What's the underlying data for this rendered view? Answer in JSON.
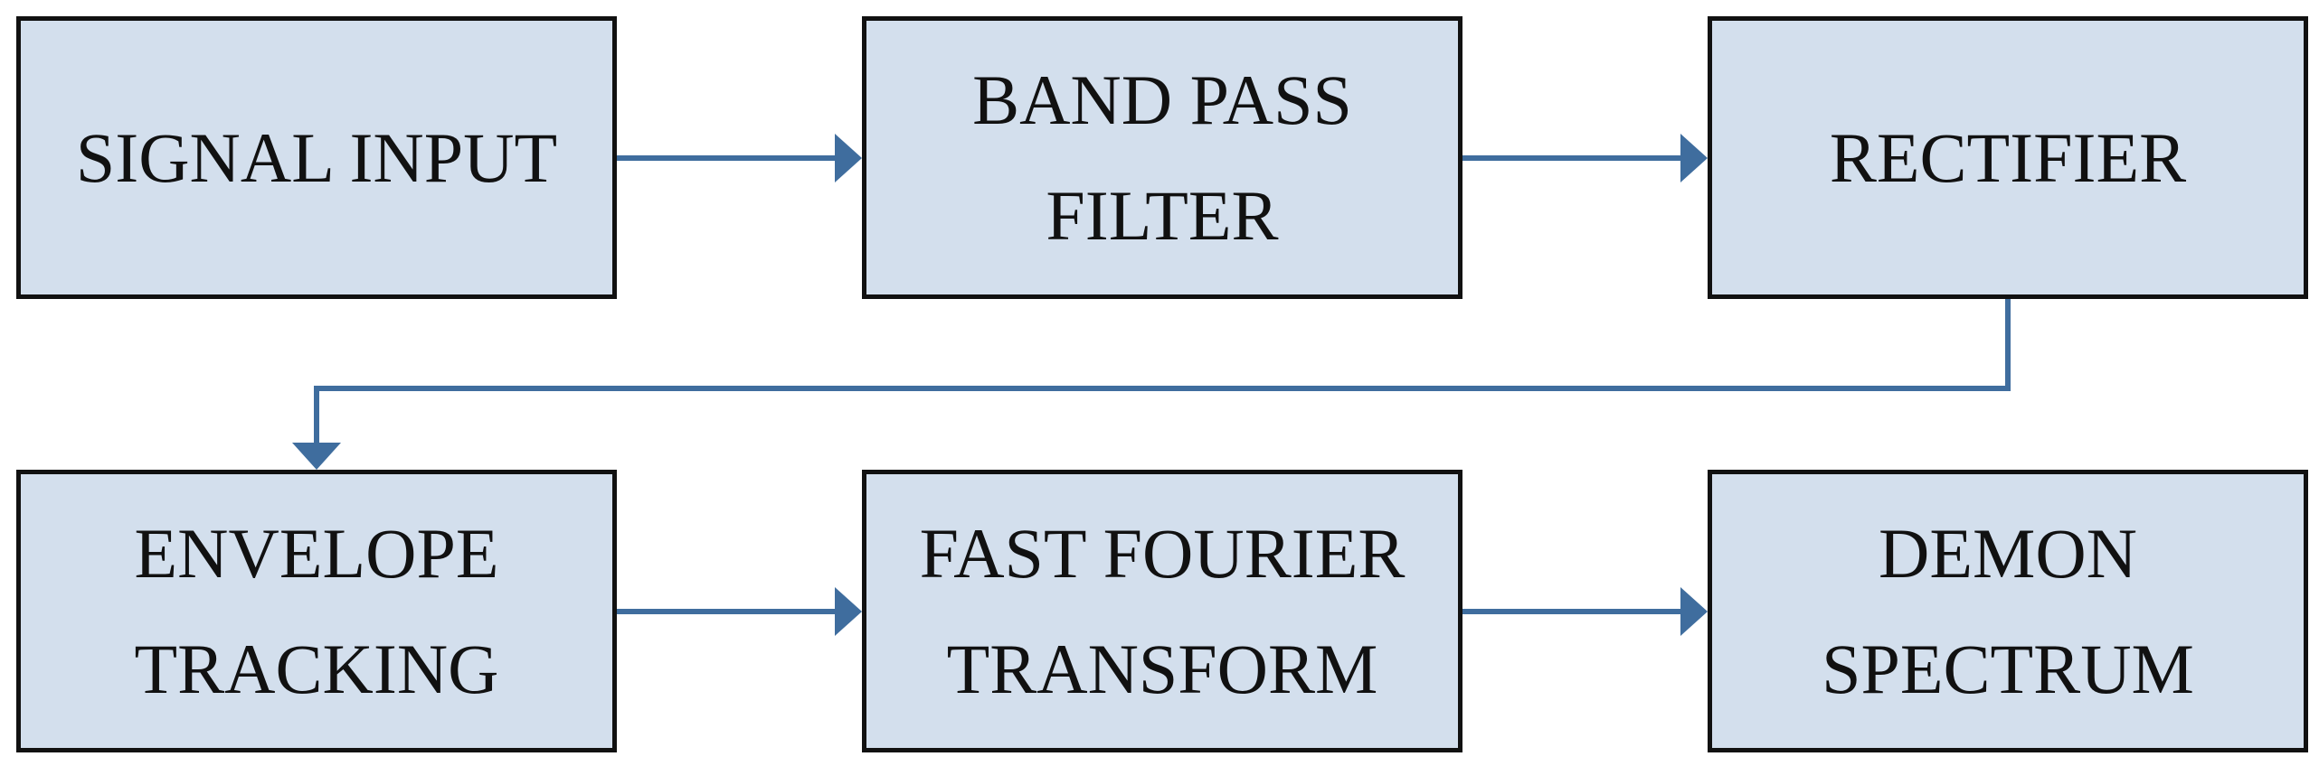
{
  "blocks": {
    "signal_input": [
      "SIGNAL INPUT"
    ],
    "band_pass_filter": [
      "BAND PASS",
      "FILTER"
    ],
    "rectifier": [
      "RECTIFIER"
    ],
    "envelope_tracking": [
      "ENVELOPE",
      "TRACKING"
    ],
    "fast_fourier_transform": [
      "FAST FOURIER",
      "TRANSFORM"
    ],
    "demon_spectrum": [
      "DEMON",
      "SPECTRUM"
    ]
  },
  "colors": {
    "box_fill": "#d3dfed",
    "box_border": "#111111",
    "arrow": "#3f6d9e",
    "text": "#111111"
  }
}
